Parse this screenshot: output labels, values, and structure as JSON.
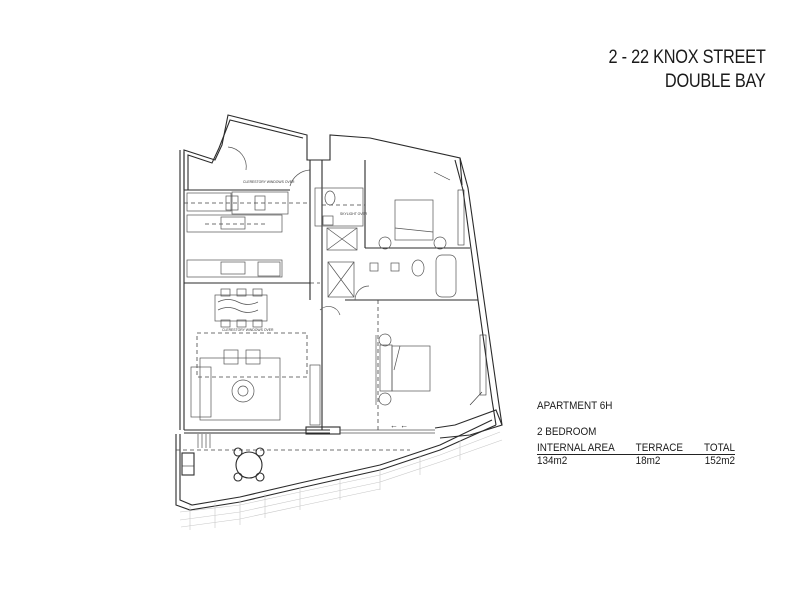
{
  "header": {
    "address_line1": "2 - 22 KNOX STREET",
    "address_line2": "DOUBLE BAY"
  },
  "apartment": {
    "name": "APARTMENT 6H",
    "type": "2 BEDROOM",
    "areas_table": {
      "columns": [
        "INTERNAL AREA",
        "TERRACE",
        "TOTAL"
      ],
      "values": [
        "134m2",
        "18m2",
        "152m2"
      ]
    }
  },
  "plan_annotations": {
    "kitchen_clerestory": "CLERESTORY WINDOWS OVER",
    "living_clerestory": "CLERESTORY WINDOWS OVER",
    "ensuite_skylight": "SKYLIGHT OVER"
  },
  "plan_elements": {
    "rooms": [
      "entry",
      "kitchen",
      "dining",
      "living",
      "bedroom-1",
      "ensuite",
      "bathroom",
      "laundry",
      "bedroom-2",
      "terrace"
    ],
    "furniture": [
      "dining-table-6-seats",
      "sofa",
      "armchairs-2",
      "round-rug",
      "double-bed-bedroom-1",
      "double-bed-bedroom-2",
      "bathtub",
      "outdoor-table-4-chairs",
      "bbq"
    ]
  }
}
